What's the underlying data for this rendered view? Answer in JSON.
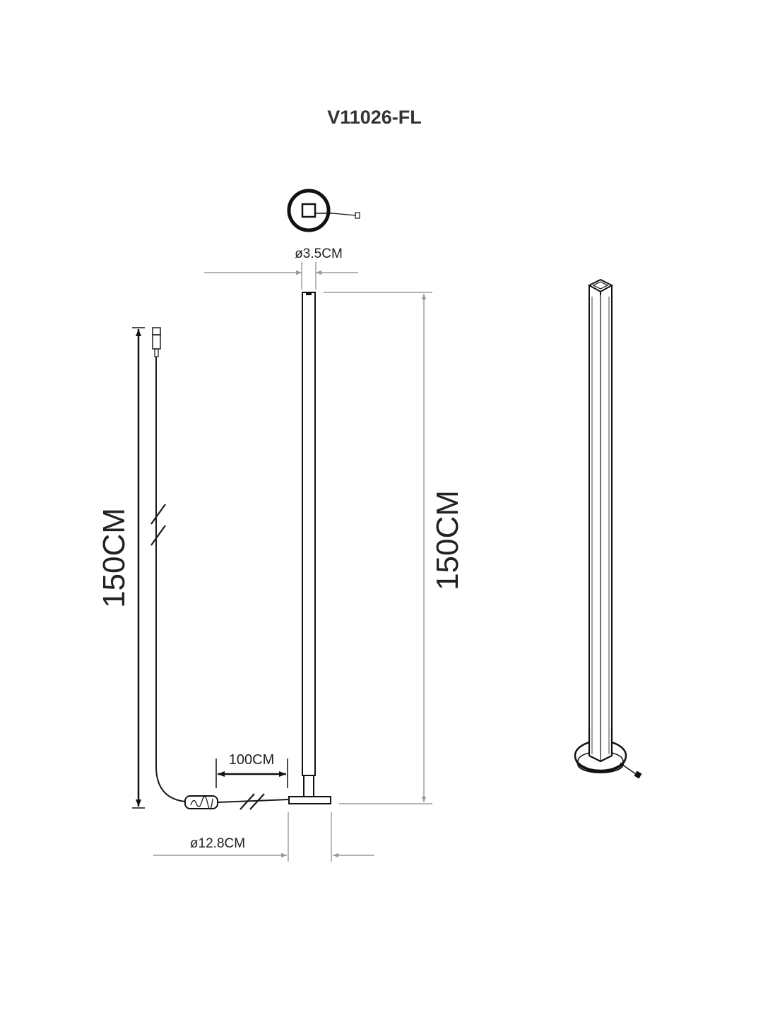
{
  "title": "V11026-FL",
  "dimensions": {
    "top_diameter": "ø3.5CM",
    "base_diameter": "ø12.8CM",
    "cord_to_switch": "100CM",
    "cord_length": "150CM",
    "lamp_height": "150CM"
  },
  "colors": {
    "ink": "#1a1a1a",
    "dimension_line": "#9a9a9a",
    "background": "#ffffff"
  }
}
